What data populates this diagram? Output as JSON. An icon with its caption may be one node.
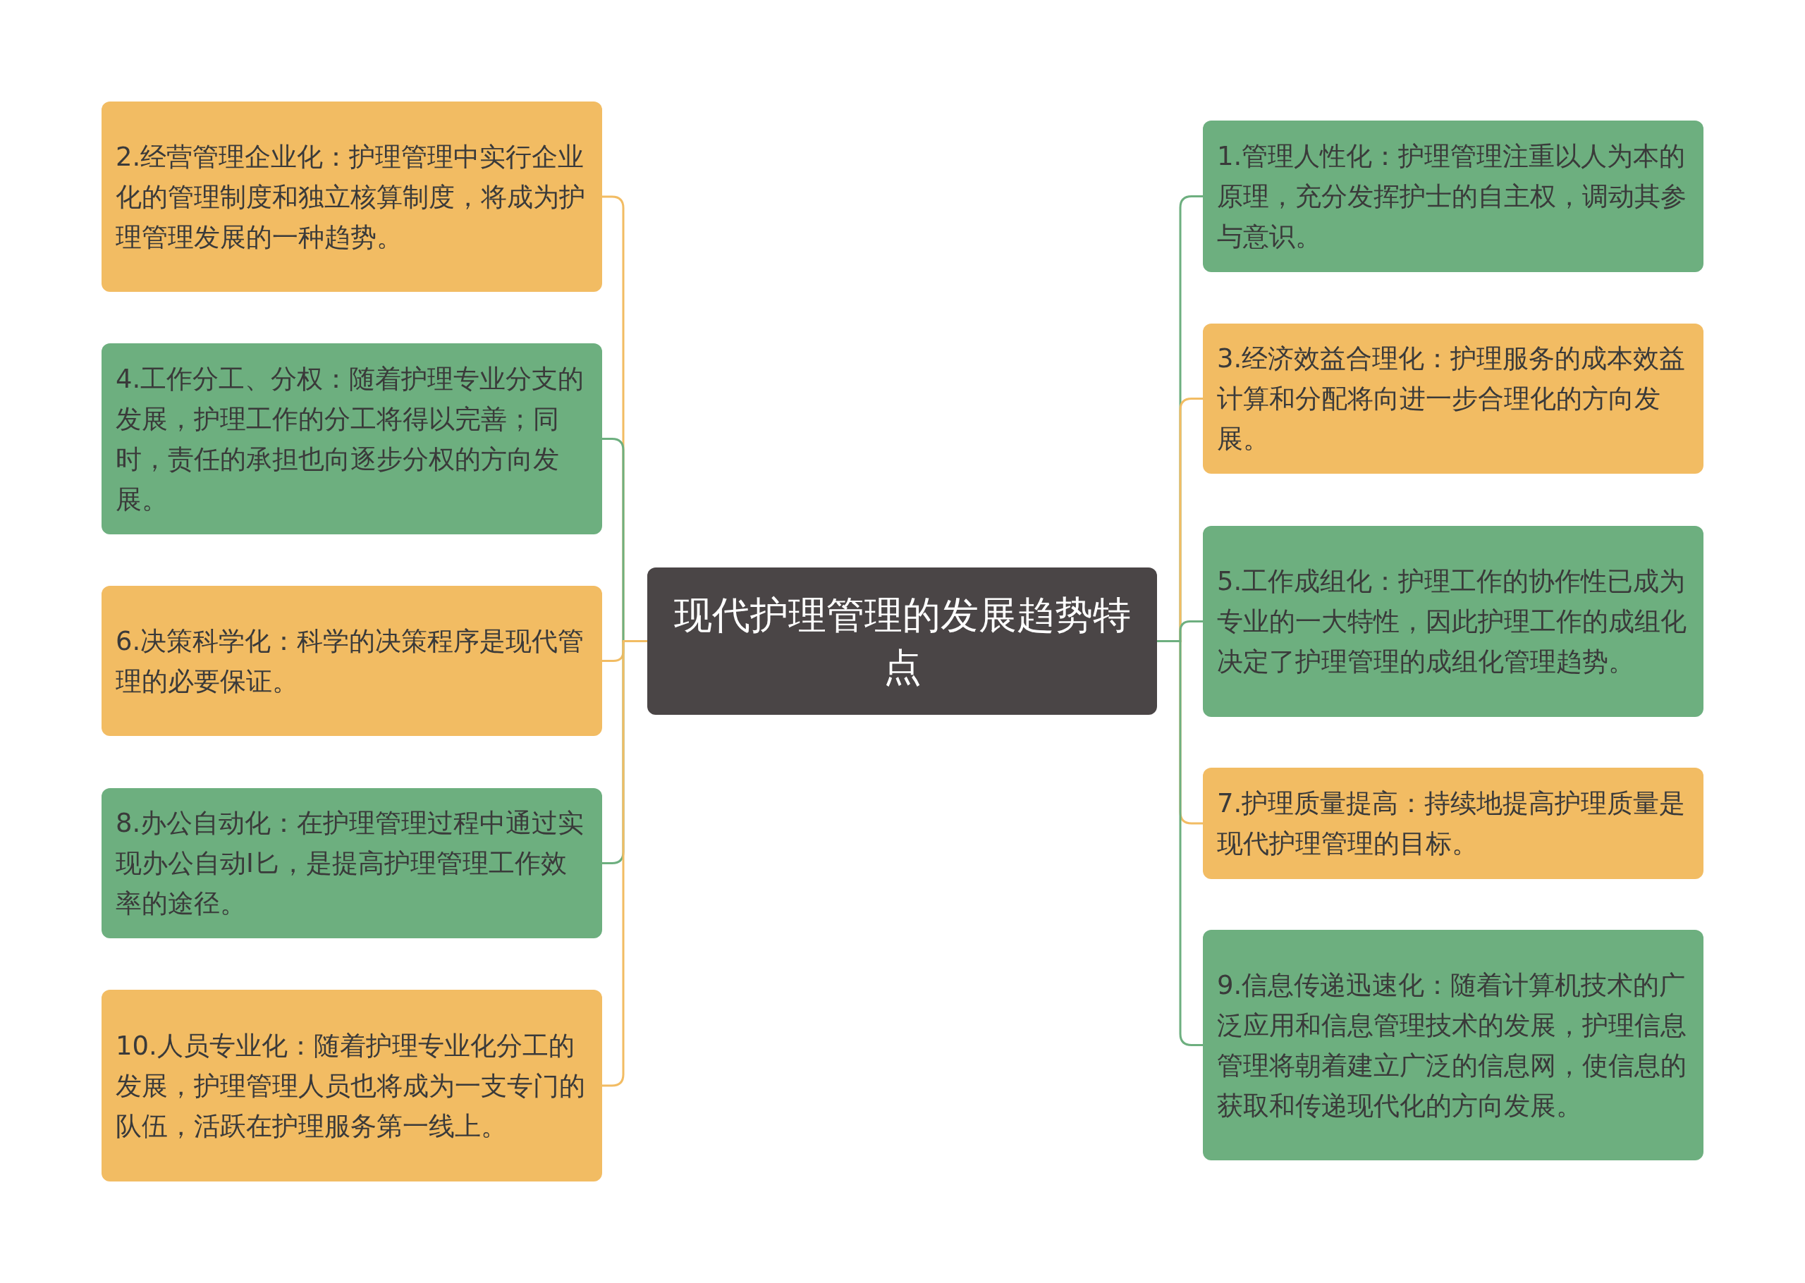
{
  "diagram": {
    "nodes": [
      {
        "text": [
          "现代护理管理的发展趋势特点"
        ]
      },
      {
        "text": [
          "2.经营管理企业化：护理管理中实行企业化的管理制度和独立核算制度，将成为护理管理发展的一种趋势。"
        ]
      },
      {
        "text": [
          "4.工作分工、分权：随着护理专业分支的发展，护理工作的分工将得以完善；同时，责任的承担也向逐步分权的方向发展。"
        ]
      },
      {
        "text": [
          "6.决策科学化：科学的决策程序是现代管理的必要保证。"
        ]
      },
      {
        "text": [
          "8.办公自动化：在护理管理过程中通过实现办公自动I匕，是提高护理管理工作效率的途径。"
        ]
      },
      {
        "text": [
          "10.人员专业化：随着护理专业化分工的发展，护理管理人员也将成为一支专门的队伍，活跃在护理服务第一线上。"
        ]
      },
      {
        "text": [
          "1.管理人性化：护理管理注重以人为本的原理，充分发挥护士的自主权，调动其参与意识。"
        ]
      },
      {
        "text": [
          "3.经济效益合理化：护理服务的成本效益计算和分配将向进一步合理化的方向发展。"
        ]
      },
      {
        "text": [
          "5.工作成组化：护理工作的协作性已成为专业的一大特性，因此护理工作的成组化决定了护理管理的成组化管理趋势。"
        ]
      },
      {
        "text": [
          "7.护理质量提高：持续地提高护理质量是现代护理管理的目标。"
        ]
      },
      {
        "text": [
          "9.信息传递迅速化：随着计算机技术的广泛应用和信息管理技术的发展，护理信息管理将朝着建立广泛的信息网，使信息的获取和传递现代化的方向发展。"
        ]
      }
    ],
    "edges": [
      {
        "from": 0,
        "to": 1,
        "arrow": "none",
        "color": "#f2bc63"
      },
      {
        "from": 0,
        "to": 2,
        "arrow": "none",
        "color": "#6daf7f"
      },
      {
        "from": 0,
        "to": 3,
        "arrow": "none",
        "color": "#f2bc63"
      },
      {
        "from": 0,
        "to": 4,
        "arrow": "none",
        "color": "#6daf7f"
      },
      {
        "from": 0,
        "to": 5,
        "arrow": "none",
        "color": "#f2bc63"
      },
      {
        "from": 0,
        "to": 6,
        "arrow": "none",
        "color": "#6daf7f"
      },
      {
        "from": 0,
        "to": 7,
        "arrow": "none",
        "color": "#f2bc63"
      },
      {
        "from": 0,
        "to": 8,
        "arrow": "none",
        "color": "#6daf7f"
      },
      {
        "from": 0,
        "to": 9,
        "arrow": "none",
        "color": "#f2bc63"
      },
      {
        "from": 0,
        "to": 10,
        "arrow": "none",
        "color": "#6daf7f"
      }
    ]
  }
}
